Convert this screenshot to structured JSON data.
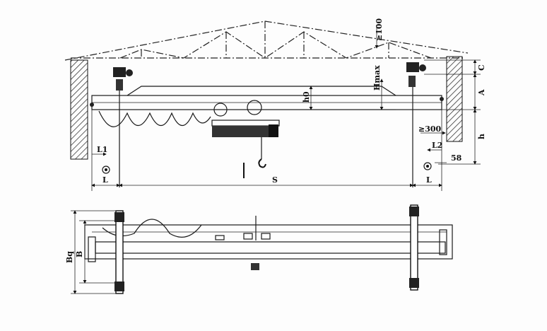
{
  "drawing": {
    "labels": {
      "roof_clearance": "≥100",
      "h_max": "Hmax",
      "c": "C",
      "a": "A",
      "h": "h",
      "h0": "h0",
      "min_300": "≥300",
      "l1": "L1",
      "l2": "L2",
      "s8": "58",
      "l_left": "L",
      "span": "S",
      "l_right": "L",
      "bq": "Bq",
      "b": "B"
    }
  }
}
